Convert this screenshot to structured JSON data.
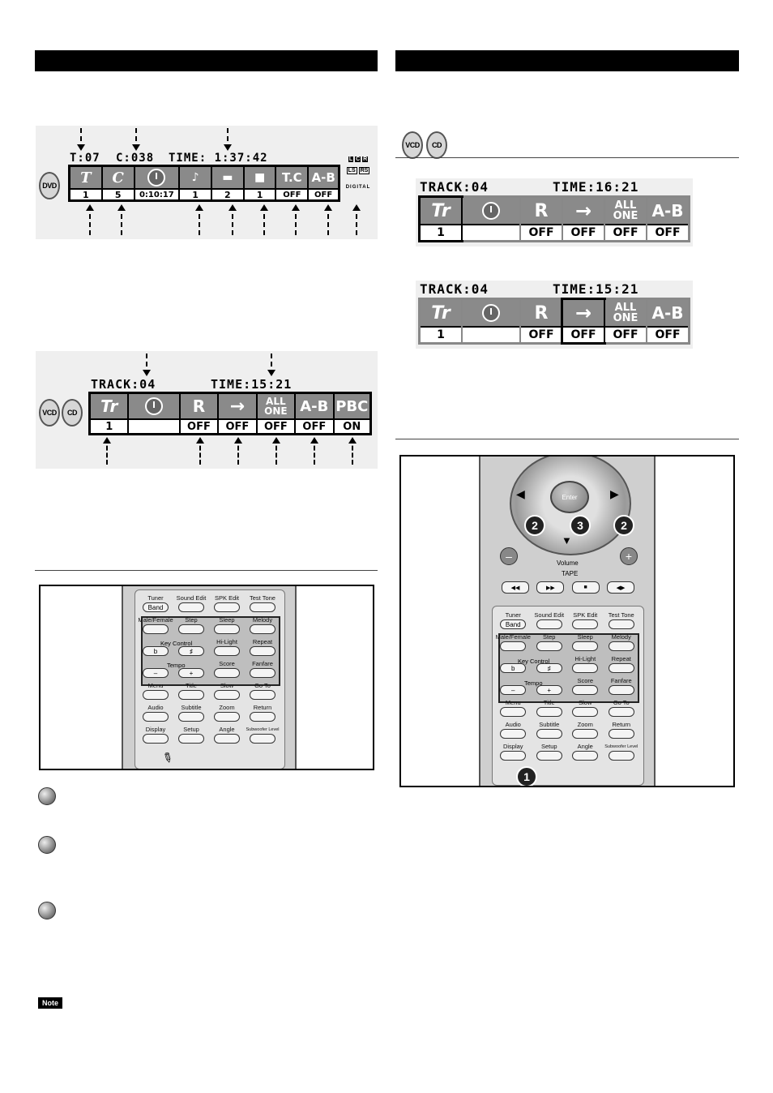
{
  "discs": {
    "dvd": "DVD",
    "vcd": "VCD",
    "cd": "CD"
  },
  "dvd_osd": {
    "status_t": "T:07",
    "status_c": "C:038",
    "status_time": "TIME: 1:37:42",
    "cells": [
      {
        "icon": "title-icon",
        "top": "T",
        "bottom": "1"
      },
      {
        "icon": "chapter-icon",
        "top": "C",
        "bottom": "5"
      },
      {
        "icon": "clock-icon",
        "top": "",
        "bottom": "0:10:17"
      },
      {
        "icon": "audio-icon",
        "top": "",
        "bottom": "1"
      },
      {
        "icon": "subtitle-icon",
        "top": "",
        "bottom": "2"
      },
      {
        "icon": "angle-icon",
        "top": "",
        "bottom": "1"
      },
      {
        "icon": "",
        "top": "T.C",
        "bottom": "OFF"
      },
      {
        "icon": "",
        "top": "A-B",
        "bottom": "OFF"
      }
    ],
    "side_badges": [
      "L",
      "C",
      "R",
      "LS",
      "RS",
      "DIGITAL"
    ]
  },
  "vcd_osd": {
    "track": "TRACK:04",
    "time": "TIME:15:21",
    "cells": [
      {
        "top": "Tr",
        "bottom": "1"
      },
      {
        "top": "",
        "bottom": ""
      },
      {
        "top": "R",
        "bottom": "OFF"
      },
      {
        "top": "→",
        "bottom": "OFF"
      },
      {
        "top": "ALL ONE",
        "bottom": "OFF"
      },
      {
        "top": "A-B",
        "bottom": "OFF"
      },
      {
        "top": "PBC",
        "bottom": "ON"
      }
    ]
  },
  "right_osd_1": {
    "track": "TRACK:04",
    "time": "TIME:16:21",
    "cells": [
      {
        "top": "Tr",
        "bottom": "1"
      },
      {
        "top": "",
        "bottom": ""
      },
      {
        "top": "R",
        "bottom": "OFF"
      },
      {
        "top": "→",
        "bottom": "OFF"
      },
      {
        "top": "ALL ONE",
        "bottom": "OFF"
      },
      {
        "top": "A-B",
        "bottom": "OFF"
      }
    ]
  },
  "right_osd_2": {
    "track": "TRACK:04",
    "time": "TIME:15:21",
    "cells": [
      {
        "top": "Tr",
        "bottom": "1"
      },
      {
        "top": "",
        "bottom": ""
      },
      {
        "top": "R",
        "bottom": "OFF"
      },
      {
        "top": "→",
        "bottom": "OFF"
      },
      {
        "top": "ALL ONE",
        "bottom": "OFF"
      },
      {
        "top": "A-B",
        "bottom": "OFF"
      }
    ]
  },
  "remote": {
    "rows": [
      [
        "Tuner|Band",
        "Sound Edit",
        "SPK Edit",
        "Test Tone"
      ],
      [
        "Male/Female",
        "Step",
        "Sleep",
        "Melody"
      ],
      [
        "b",
        "♯",
        "Hi-Light",
        "Repeat"
      ],
      [
        "–",
        "+",
        "Score",
        "Fanfare"
      ],
      [
        "Menu",
        "Title",
        "Slow",
        "Go To"
      ],
      [
        "Audio",
        "Subtitle",
        "Zoom",
        "Return"
      ],
      [
        "Display",
        "Setup",
        "Angle",
        "Subwoofer Level"
      ]
    ],
    "key_control": "Key Control",
    "tempo": "Tempo",
    "volume": "Volume",
    "tape": "TAPE",
    "enter": "Enter",
    "minus": "–",
    "plus": "+",
    "tape_buttons": [
      "◀◀",
      "▶▶",
      "■",
      "◀▶"
    ]
  },
  "badges": {
    "one": "1",
    "two": "2",
    "three": "3"
  },
  "note_label": "Note"
}
